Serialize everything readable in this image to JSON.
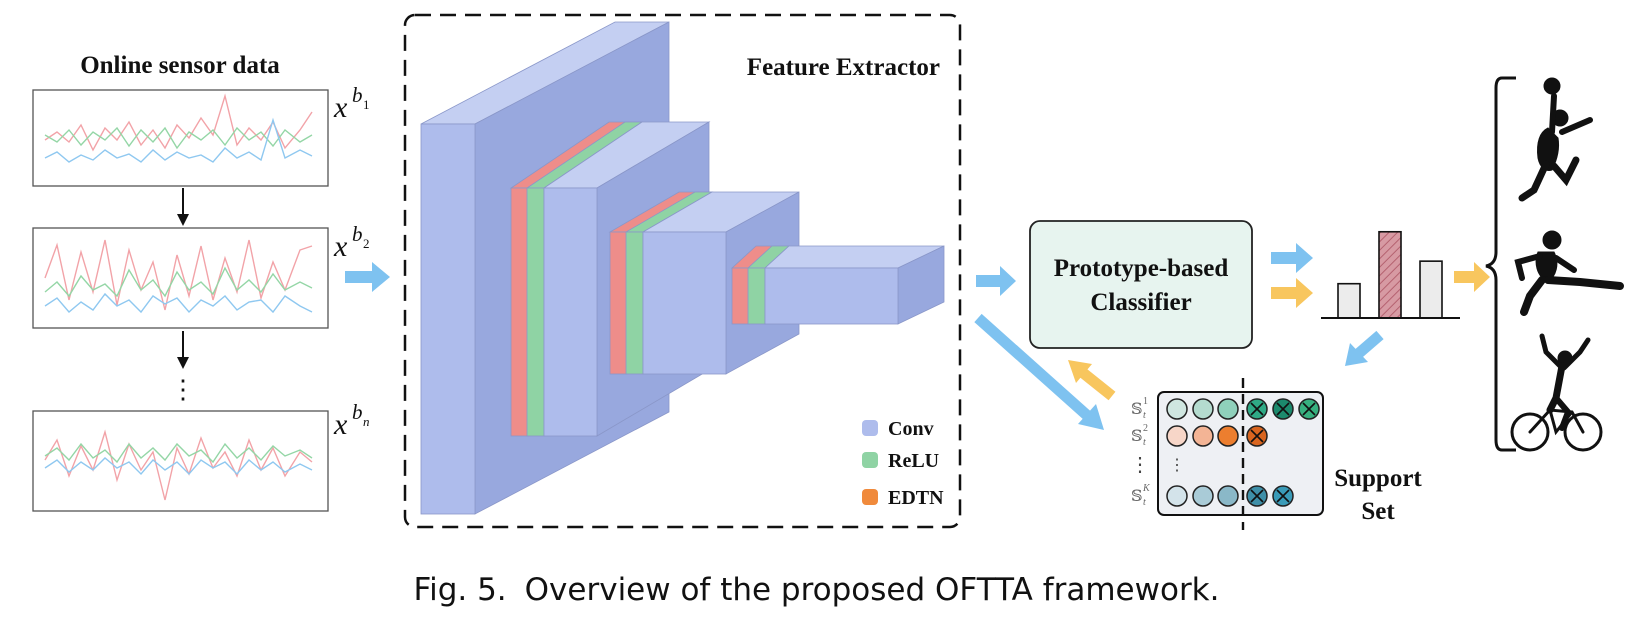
{
  "figure": {
    "caption_label": "Fig. 5.",
    "caption_text": "Overview of the proposed OFTTA framework."
  },
  "sensor": {
    "title": "Online sensor data",
    "inputs": [
      {
        "var": "x",
        "sup": "b",
        "sub": "1"
      },
      {
        "var": "x",
        "sup": "b",
        "sub": "2"
      },
      {
        "var": "x",
        "sup": "b",
        "sub": "n"
      }
    ],
    "ellipsis": "⋮"
  },
  "extractor": {
    "title": "Feature Extractor",
    "legend": [
      {
        "label": "Conv",
        "color": "#aebcec"
      },
      {
        "label": "ReLU",
        "color": "#8fd3a4"
      },
      {
        "label": "EDTN",
        "color": "#f08a3c"
      }
    ]
  },
  "classifier": {
    "line1": "Prototype-based",
    "line2": "Classifier"
  },
  "support": {
    "line1": "Support",
    "line2": "Set",
    "rows": [
      {
        "base": "𝕊",
        "sup": "1",
        "sub": "t"
      },
      {
        "base": "𝕊",
        "sup": "2",
        "sub": "t"
      },
      {
        "base": "𝕊",
        "sup": "K",
        "sub": "t"
      }
    ],
    "ellipsis": "⋮"
  },
  "histogram": {
    "bars": [
      0.35,
      0.88,
      0.58
    ]
  },
  "activities": [
    "basketball-player-icon",
    "hurdler-icon",
    "cyclist-icon"
  ],
  "colors": {
    "conv": "#aebcec",
    "relu": "#8fd3a4",
    "edtn_layer": "#ee8d8a",
    "arrow_blue": "#7ec2f0",
    "arrow_yellow": "#f8c65e",
    "classifier_fill": "#e7f4ef",
    "support_fill": "#eef0f4"
  }
}
